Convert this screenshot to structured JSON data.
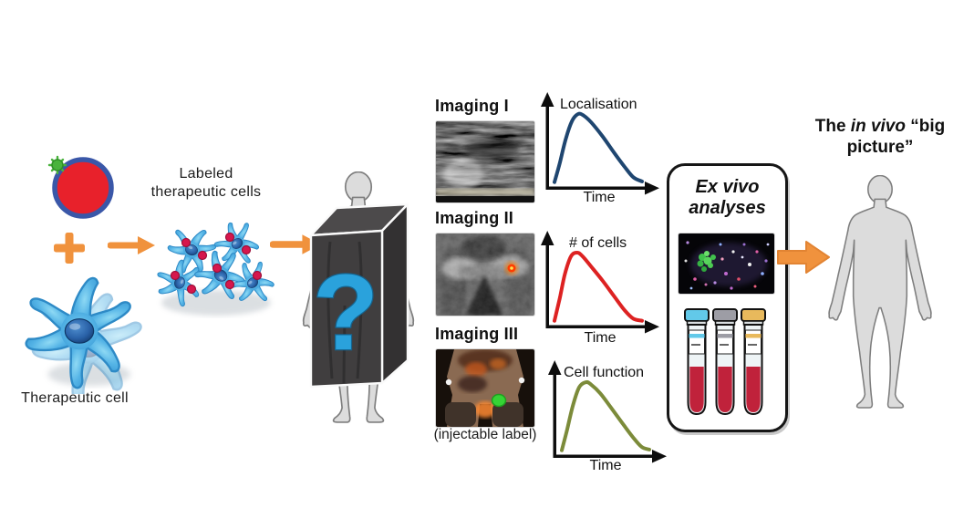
{
  "figure": {
    "description": "Therapeutic cell labeling and in vivo imaging workflow diagram"
  },
  "colors": {
    "accent_orange": "#f0923d",
    "question_blue": "#2aa2dc",
    "human_gray": "#dcdcdc",
    "box_dark": "#403e3f",
    "curve_blue": "#1f4670",
    "curve_red": "#dd2222",
    "curve_olive": "#7c8b3a",
    "blood_red": "#c0223b",
    "agent_red": "#e8212b",
    "agent_ring_blue": "#3a57a8",
    "burst_green": "#49b33c"
  },
  "left": {
    "plus_glyph": "+",
    "labeled_cells_label": "Labeled therapeutic cells",
    "therapeutic_cell_label": "Therapeutic cell"
  },
  "body_box": {
    "question_mark": "?"
  },
  "imaging": {
    "items": [
      {
        "label": "Imaging I",
        "modality": "ultrasound"
      },
      {
        "label": "Imaging II",
        "modality": "mri"
      },
      {
        "label": "Imaging III",
        "modality": "pet-ct"
      }
    ],
    "caption": "(injectable label)"
  },
  "ex_vivo": {
    "title": "Ex vivo analyses",
    "tube_cap_colors": [
      "#62c9e9",
      "#9d9da5",
      "#e8b95c"
    ]
  },
  "right": {
    "title_prefix": "The ",
    "title_italic": "in vivo",
    "title_suffix": " “big picture”"
  },
  "chart_data": [
    {
      "type": "line",
      "ylabel": "Localisation",
      "xlabel": "Time",
      "ylim": [
        0,
        1
      ],
      "xlim": [
        0,
        1
      ],
      "grid": false,
      "axes_numeric_labels": false,
      "series": [
        {
          "name": "Localisation",
          "color": "#1f4670",
          "x": [
            0,
            0.06,
            0.13,
            0.2,
            0.27,
            0.33,
            0.42,
            0.55,
            0.68,
            0.8,
            0.9,
            1
          ],
          "y": [
            0.03,
            0.3,
            0.65,
            0.9,
            1.0,
            0.98,
            0.88,
            0.68,
            0.45,
            0.25,
            0.1,
            0.04
          ]
        }
      ]
    },
    {
      "type": "line",
      "ylabel": "# of cells",
      "xlabel": "Time",
      "ylim": [
        0,
        1
      ],
      "xlim": [
        0,
        1
      ],
      "grid": false,
      "axes_numeric_labels": false,
      "series": [
        {
          "name": "# of cells",
          "color": "#dd2222",
          "x": [
            0,
            0.06,
            0.12,
            0.19,
            0.26,
            0.32,
            0.42,
            0.55,
            0.68,
            0.8,
            0.9,
            1
          ],
          "y": [
            0.03,
            0.35,
            0.7,
            0.95,
            1.0,
            0.95,
            0.8,
            0.6,
            0.38,
            0.18,
            0.06,
            0.03
          ]
        }
      ]
    },
    {
      "type": "line",
      "ylabel": "Cell function",
      "xlabel": "Time",
      "ylim": [
        0,
        1
      ],
      "xlim": [
        0,
        1
      ],
      "grid": false,
      "axes_numeric_labels": false,
      "series": [
        {
          "name": "Cell function",
          "color": "#7c8b3a",
          "x": [
            0,
            0.06,
            0.13,
            0.2,
            0.28,
            0.34,
            0.44,
            0.56,
            0.69,
            0.81,
            0.91,
            1
          ],
          "y": [
            0.03,
            0.32,
            0.68,
            0.93,
            1.0,
            0.96,
            0.84,
            0.64,
            0.42,
            0.22,
            0.08,
            0.04
          ]
        }
      ]
    }
  ]
}
